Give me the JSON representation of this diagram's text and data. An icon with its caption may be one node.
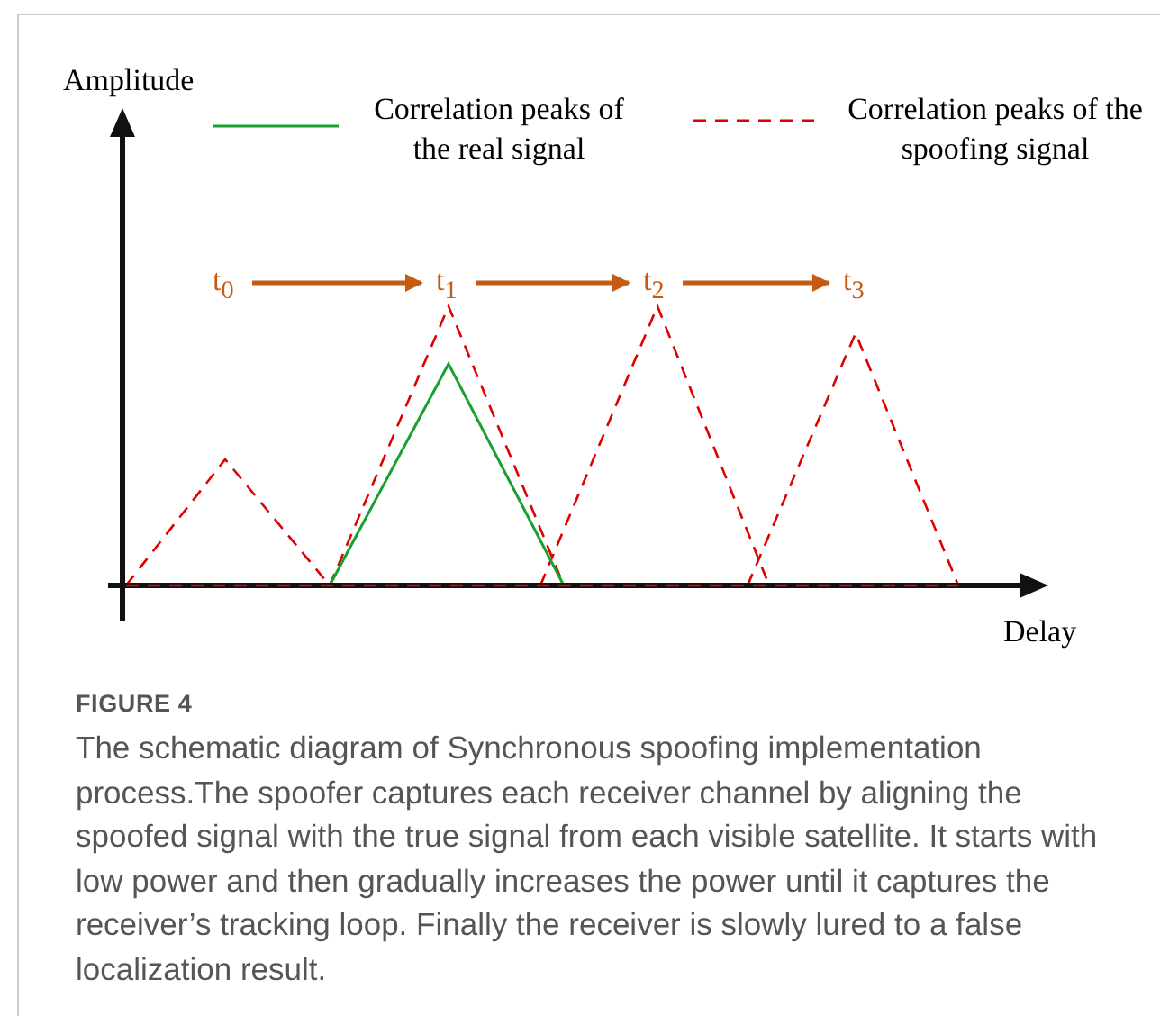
{
  "diagram": {
    "title": "FIGURE 4",
    "caption": "The schematic diagram of Synchronous spoofing implementation process.The spoofer captures each receiver channel by aligning the spoofed signal with the true signal from each visible satellite. It starts with low power and then gradually increases the power until it captures the receiver’s tracking loop. Finally the receiver is slowly lured to a false localization result.",
    "nodes": [
      {
        "text": [
          "t$_{0}$"
        ]
      },
      {
        "text": [
          "t$_{1}$"
        ]
      },
      {
        "text": [
          "t$_{2}$"
        ]
      },
      {
        "text": [
          "t$_{3}$"
        ]
      }
    ],
    "edges": [
      {
        "from": 0,
        "to": 1,
        "arrow": "to"
      },
      {
        "from": 1,
        "to": 2,
        "arrow": "to"
      },
      {
        "from": 2,
        "to": 3,
        "arrow": "to"
      }
    ],
    "labels": [
      "Amplitude",
      "Delay"
    ],
    "legend": [
      {
        "text": "Correlation peaks of the real signal"
      },
      {
        "text": "Correlation peaks of the spoofing signal"
      }
    ]
  }
}
